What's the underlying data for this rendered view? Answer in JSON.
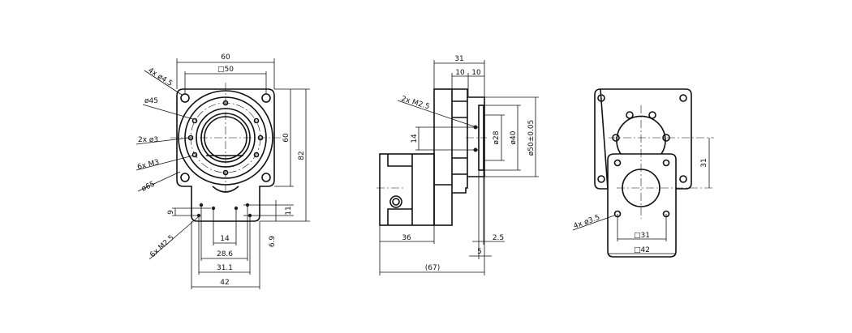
{
  "front_view": {
    "width": "60",
    "square_50": "□50",
    "height_60": "60",
    "height_82": "82",
    "holes_4x": "4x ø4.5",
    "dia_45": "ø45",
    "holes_2x": "2x ø3",
    "holes_6x_m3": "6x M3",
    "dia_65": "ø65",
    "dim_9": "9",
    "dim_11": "11",
    "dim_6_9": "6.9",
    "dim_14": "14",
    "dim_28_6": "28.6",
    "dim_31_1": "31.1",
    "dim_42": "42",
    "holes_6x_m25": "6x M2.5"
  },
  "side_view": {
    "dim_31": "31",
    "dim_10a": "10",
    "dim_10b": "10",
    "holes_2x_m25": "2x M2.5",
    "dim_14": "14",
    "dia_28": "ø28",
    "dia_40": "ø40",
    "dia_50": "ø50±0.05",
    "dim_36": "36",
    "dim_2_5": "2.5",
    "dim_5": "5",
    "dim_67": "(67)"
  },
  "rear_view": {
    "dim_31": "31",
    "holes_4x": "4x ø3.5",
    "square_31": "□31",
    "square_42": "□42"
  }
}
